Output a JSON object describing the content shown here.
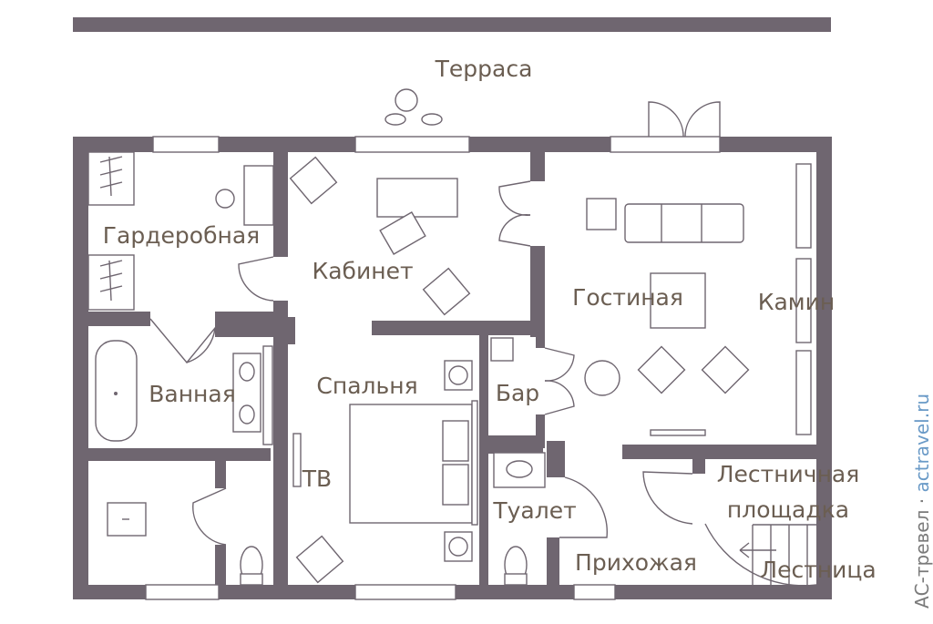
{
  "rooms": {
    "terrace": "Терраса",
    "wardrobe": "Гардеробная",
    "office": "Кабинет",
    "living_room": "Гостиная",
    "fireplace": "Камин",
    "bathroom": "Ванная",
    "bedroom": "Спальня",
    "bar": "Бар",
    "tv": "ТВ",
    "toilet": "Туалет",
    "landing_line1": "Лестничная",
    "landing_line2": "площадка",
    "hallway": "Прихожая",
    "stairs": "Лестница"
  },
  "watermark": {
    "brand": "АС-тревел",
    "separator": " · ",
    "site": "actravel.ru"
  },
  "colors": {
    "wall": "#6f6670",
    "label": "#6b5e52",
    "watermark_accent": "#6a9ac7"
  }
}
